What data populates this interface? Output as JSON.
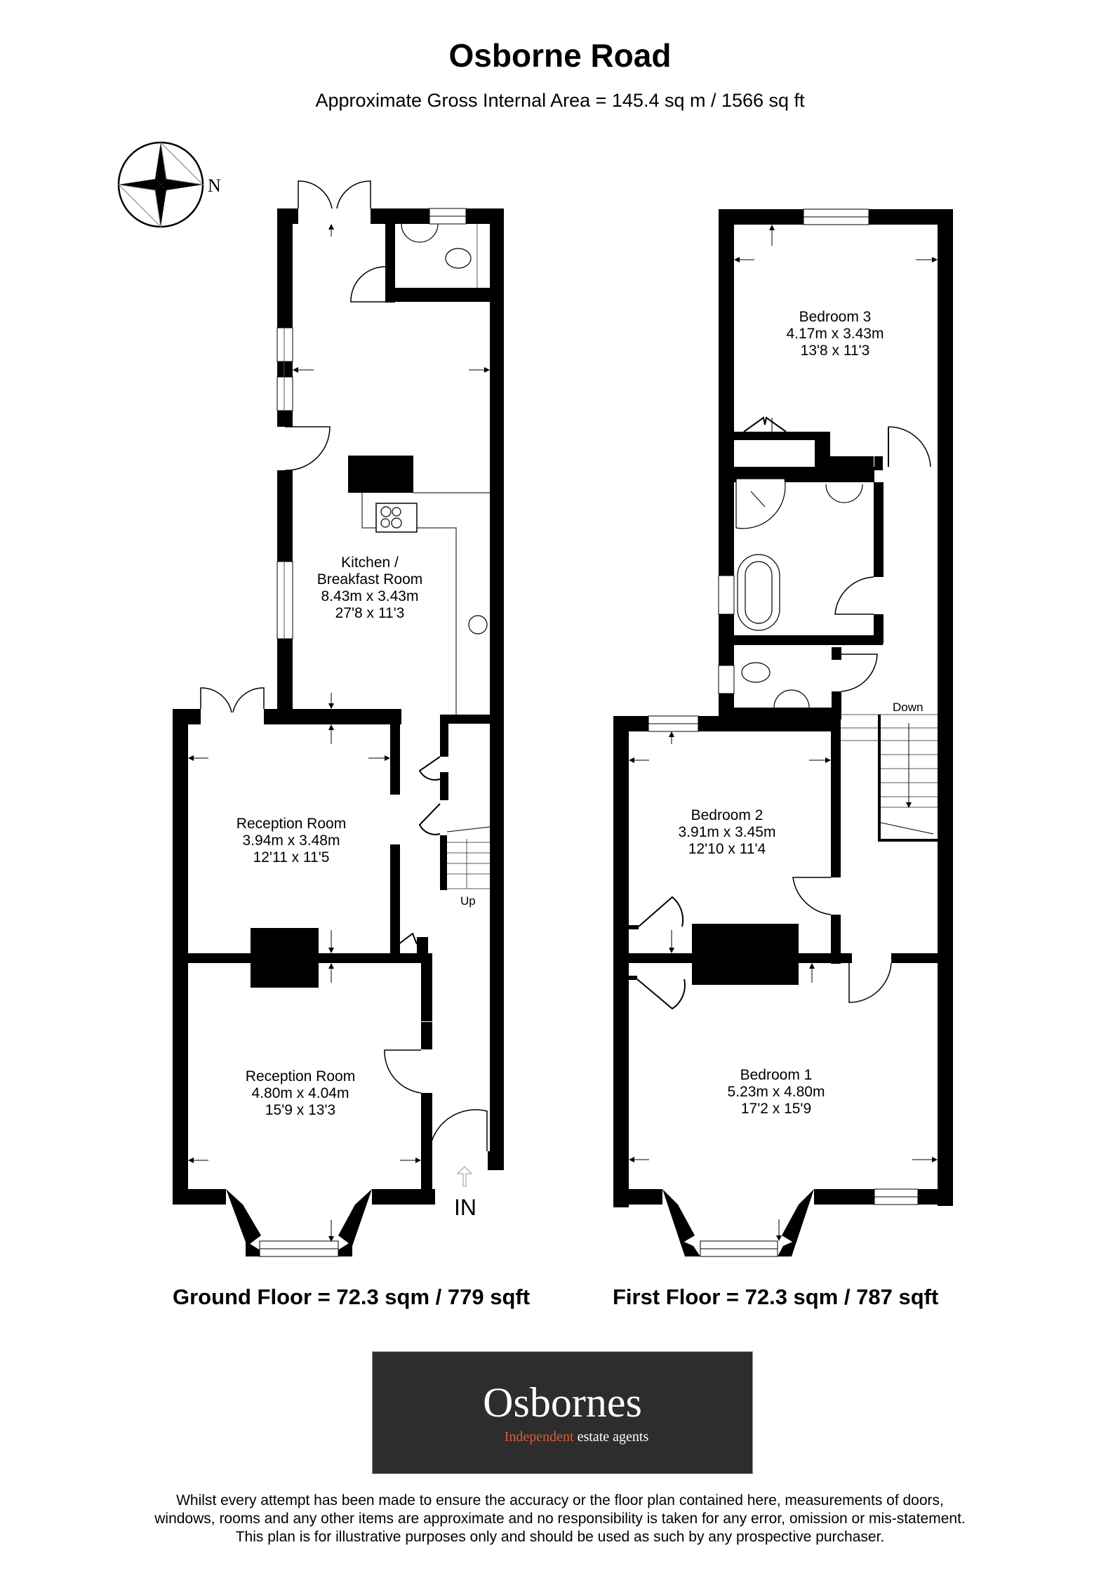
{
  "header": {
    "title": "Osborne Road",
    "subtitle": "Approximate Gross Internal Area = 145.4 sq m / 1566 sq ft"
  },
  "compass": {
    "icon": "compass-rose-icon",
    "north_label": "N"
  },
  "ground_floor": {
    "total": "Ground Floor = 72.3 sqm / 779 sqft",
    "entrance_label": "IN",
    "stairs_label": "Up",
    "rooms": [
      {
        "name": "Kitchen /",
        "name2": "Breakfast Room",
        "metric": "8.43m x 3.43m",
        "imperial": "27'8 x 11'3"
      },
      {
        "name": "Reception Room",
        "metric": "3.94m x 3.48m",
        "imperial": "12'11 x 11'5"
      },
      {
        "name": "Reception Room",
        "metric": "4.80m x 4.04m",
        "imperial": "15'9 x 13'3"
      }
    ]
  },
  "first_floor": {
    "total": "First Floor = 72.3 sqm / 787 sqft",
    "stairs_label": "Down",
    "rooms": [
      {
        "name": "Bedroom 3",
        "metric": "4.17m x 3.43m",
        "imperial": "13'8 x 11'3"
      },
      {
        "name": "Bedroom 2",
        "metric": "3.91m x 3.45m",
        "imperial": "12'10 x 11'4"
      },
      {
        "name": "Bedroom 1",
        "metric": "5.23m x 4.80m",
        "imperial": "17'2 x 15'9"
      }
    ]
  },
  "logo": {
    "name": "Osbornes",
    "tagline_accent": "Independent",
    "tagline_rest": " estate agents",
    "background": "#2d2d2d",
    "accent_color": "#d55e37"
  },
  "disclaimer": {
    "line1": "Whilst every attempt has been made to ensure the accuracy or the floor plan contained here, measurements of doors,",
    "line2": "windows, rooms and any other items are approximate and no responsibility is taken for any error, omission or mis-statement.",
    "line3": "This plan is for illustrative purposes only and should be used as such by any prospective purchaser."
  }
}
